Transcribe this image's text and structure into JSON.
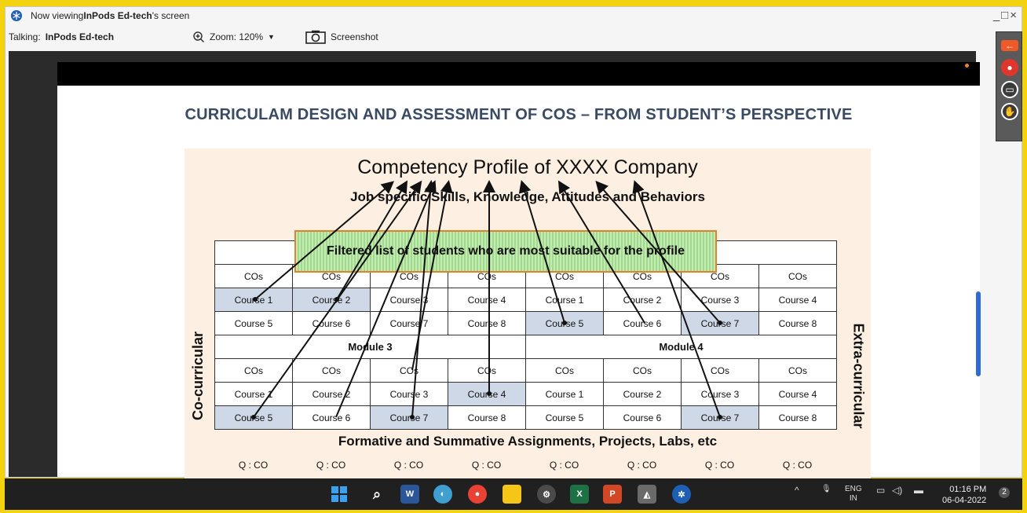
{
  "window": {
    "title_prefix": "Now viewing ",
    "title_bold": "InPods Ed-tech",
    "title_suffix": "'s screen",
    "controls": "_□×"
  },
  "toolbar": {
    "talking_label": "Talking:",
    "talking_name": "InPods Ed-tech",
    "zoom_label": "Zoom: 120%",
    "screenshot_label": "Screenshot"
  },
  "slide": {
    "title": "CURRICULAM DESIGN AND ASSESSMENT OF COS – FROM STUDENT’S PERSPECTIVE",
    "competency": "Competency Profile of XXXX Company",
    "job_skills": "Job specific Skills, Knowledge, Attitudes and Behaviors",
    "filtered": "Filtered list of students who are most suitable for the profile",
    "cocurricular": "Co-curricular",
    "extracurricular": "Extra-curricular",
    "formative": "Formative and Summative Assignments, Projects, Labs, etc",
    "q_label": "Q : CO",
    "module3": "Module 3",
    "module4": "Module 4",
    "cos": "COs",
    "rows_top": [
      [
        "Course 1",
        "Course 2",
        "Course 3",
        "Course 4",
        "Course 1",
        "Course 2",
        "Course 3",
        "Course 4"
      ],
      [
        "Course 5",
        "Course 6",
        "Course 7",
        "Course 8",
        "Course 5",
        "Course 6",
        "Course 7",
        "Course 8"
      ]
    ],
    "rows_bottom": [
      [
        "Course 1",
        "Course 2",
        "Course 3",
        "Course 4",
        "Course 1",
        "Course 2",
        "Course 3",
        "Course 4"
      ],
      [
        "Course 5",
        "Course 6",
        "Course 7",
        "Course 8",
        "Course 5",
        "Course 6",
        "Course 7",
        "Course 8"
      ]
    ]
  },
  "taskbar": {
    "lang_top": "ENG",
    "lang_bottom": "IN",
    "time": "01:16 PM",
    "date": "06-04-2022",
    "notif": "2"
  },
  "colors": {
    "frame": "#f3d20f",
    "highlight_cell": "#cfd8e6",
    "filtered_border": "#e0822b",
    "title_text": "#3a4a63"
  }
}
